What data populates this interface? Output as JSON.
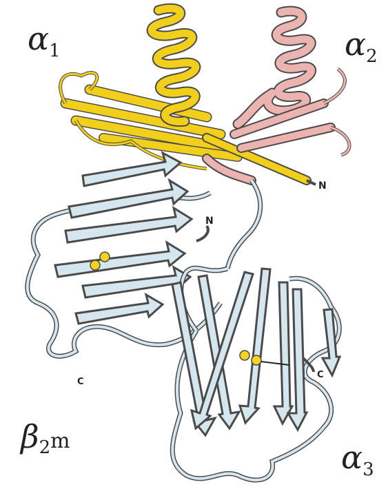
{
  "diagram": {
    "labels": {
      "alpha1": {
        "symbol": "α",
        "subscript": "1"
      },
      "alpha2": {
        "symbol": "α",
        "subscript": "2"
      },
      "alpha3": {
        "symbol": "α",
        "subscript": "3"
      },
      "beta2m": {
        "symbol": "β",
        "subscript": "2",
        "suffix": "m"
      }
    },
    "termini": {
      "alpha_chain_n": "N",
      "beta2m_n": "N",
      "beta2m_c": "C",
      "alpha3_c": "C"
    },
    "colors": {
      "alpha1_domain": "#f2cf1a",
      "alpha2_domain": "#ecb4b0",
      "alpha3_and_beta2m": "#d6e6ee",
      "outline": "#4a4a4a",
      "disulfide": "#f5d21e"
    }
  }
}
